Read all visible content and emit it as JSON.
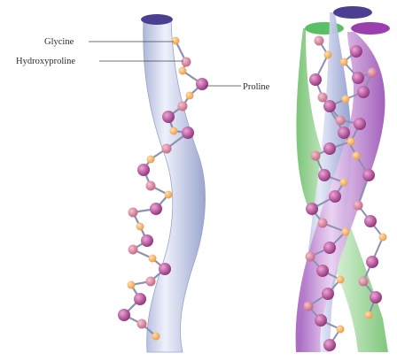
{
  "labels": {
    "glycine": "Glycine",
    "hydroxyproline": "Hydroxyproline",
    "proline": "Proline"
  },
  "colors": {
    "single_helix_tube": "#c9d1ea",
    "tube_cap": "#4a3f8f",
    "glycine": "#f2b46a",
    "hydroxyproline": "#d8859f",
    "proline": "#a23b86",
    "green_strand": "#8fd18a",
    "purple_strand": "#c68ad6",
    "blue_strand": "#b8c4e6",
    "bond": "#8b8fb0"
  },
  "legend_targets": [
    "glycine",
    "hydroxyproline",
    "proline"
  ]
}
